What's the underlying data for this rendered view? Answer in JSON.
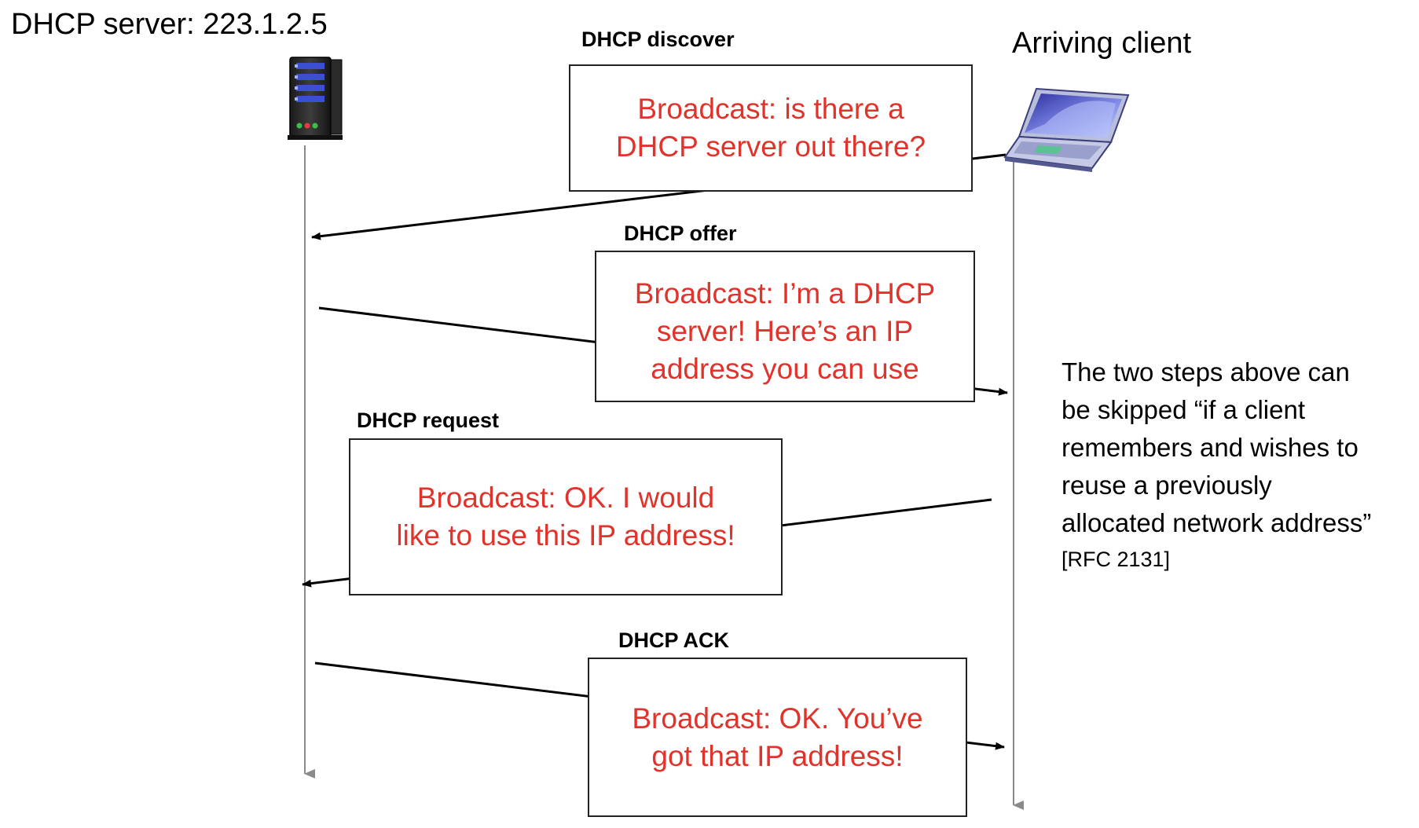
{
  "server": {
    "label": "DHCP server: 223.1.2.5",
    "icon": "server-icon"
  },
  "client": {
    "label": "Arriving client",
    "icon": "laptop-icon"
  },
  "messages": [
    {
      "title": "DHCP discover",
      "text": "Broadcast: is there a\nDHCP server out there?",
      "direction": "client-to-server"
    },
    {
      "title": "DHCP offer",
      "text": "Broadcast: I’m a DHCP\nserver! Here’s an IP\naddress you can use",
      "direction": "server-to-client"
    },
    {
      "title": "DHCP request",
      "text": "Broadcast: OK.  I would\nlike to use this IP address!",
      "direction": "client-to-server"
    },
    {
      "title": "DHCP ACK",
      "text": "Broadcast: OK.  You’ve\ngot that IP address!",
      "direction": "server-to-client"
    }
  ],
  "note": {
    "text": "The two steps above can\nbe skipped “if a client\nremembers and wishes to\nreuse a previously\nallocated network address”",
    "reference": "[RFC 2131]"
  },
  "colors": {
    "message_text": "#e0332b",
    "timeline": "#8a8a8a",
    "arrow": "#000000"
  }
}
